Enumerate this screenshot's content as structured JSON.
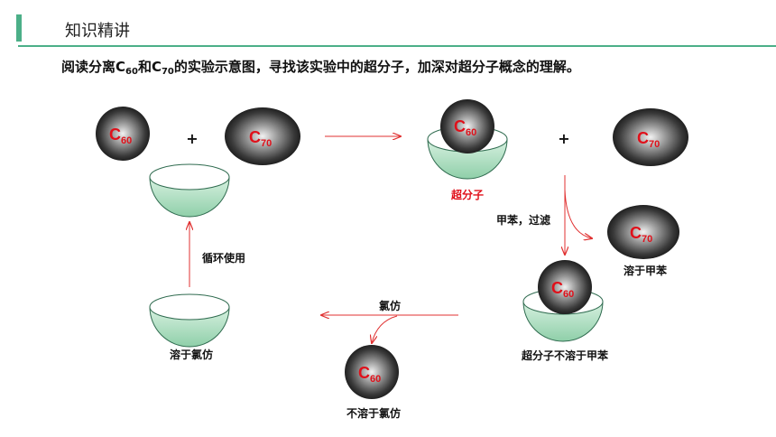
{
  "header": {
    "title": "知识精讲"
  },
  "subtitle": {
    "text_1": "阅读分离C",
    "sub_1": "60",
    "text_2": "和C",
    "sub_2": "70",
    "text_3": "的实验示意图，寻找该实验中的超分子，加深对超分子概念的理解。"
  },
  "molecules": {
    "c60": {
      "letter": "C",
      "sub": "60"
    },
    "c70": {
      "letter": "C",
      "sub": "70"
    }
  },
  "labels": {
    "plus": "+",
    "supramolecule": "超分子",
    "toluene_filter": "甲苯，过滤",
    "dissolved_toluene": "溶于甲苯",
    "insoluble_toluene": "超分子不溶于甲苯",
    "chloroform": "氯仿",
    "dissolved_chloroform": "溶于氯仿",
    "insoluble_chloroform": "不溶于氯仿",
    "recycle": "循环使用"
  },
  "colors": {
    "accent": "#4caf88",
    "red_label": "#e0101a",
    "arrow": "#e03030",
    "bowl_fill": "#bfe6cf",
    "bowl_stroke": "#2f6b4f",
    "ball_dark": "#1a1a1a"
  }
}
